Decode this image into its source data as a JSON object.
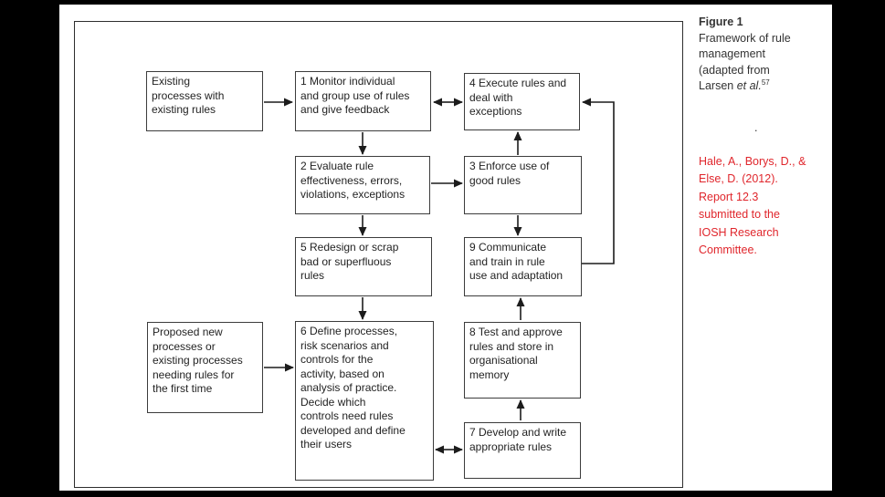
{
  "page": {
    "background_color": "#000000",
    "paper_color": "#ffffff",
    "line_color": "#1c1c1c"
  },
  "figure_caption": {
    "title": "Figure 1",
    "line1": "Framework of rule",
    "line2": "management",
    "line3": "(adapted from",
    "line4_prefix": "Larsen ",
    "line4_italic": "et al.",
    "line4_superscript": "57",
    "stray_period": "."
  },
  "citation": {
    "text": "Hale, A., Borys, D., &\nElse, D. (2012).\nReport 12.3\nsubmitted to the\nIOSH Research\nCommittee.",
    "color": "#e0262c"
  },
  "diagram": {
    "boxes": [
      {
        "id": "existing-processes",
        "text": "Existing\nprocesses with\nexisting rules"
      },
      {
        "id": "monitor",
        "text": "1 Monitor individual\nand group use of rules\nand give feedback"
      },
      {
        "id": "execute",
        "text": "4 Execute rules and\ndeal with\nexceptions"
      },
      {
        "id": "evaluate",
        "text": "2 Evaluate rule\neffectiveness, errors,\nviolations, exceptions"
      },
      {
        "id": "enforce",
        "text": "3 Enforce use of\ngood rules"
      },
      {
        "id": "redesign",
        "text": "5 Redesign or scrap\nbad or superfluous\nrules"
      },
      {
        "id": "communicate",
        "text": "9 Communicate\nand train in rule\nuse and adaptation"
      },
      {
        "id": "proposed-processes",
        "text": "Proposed new\nprocesses or\nexisting processes\nneeding rules for\nthe first time"
      },
      {
        "id": "define",
        "text": "6 Define processes,\nrisk scenarios and\ncontrols for the\nactivity, based on\nanalysis of practice.\nDecide which\ncontrols need rules\ndeveloped and define\ntheir users"
      },
      {
        "id": "test-approve",
        "text": "8 Test and approve\nrules and store in\norganisational\nmemory"
      },
      {
        "id": "develop",
        "text": "7 Develop and write\nappropriate rules"
      }
    ]
  }
}
